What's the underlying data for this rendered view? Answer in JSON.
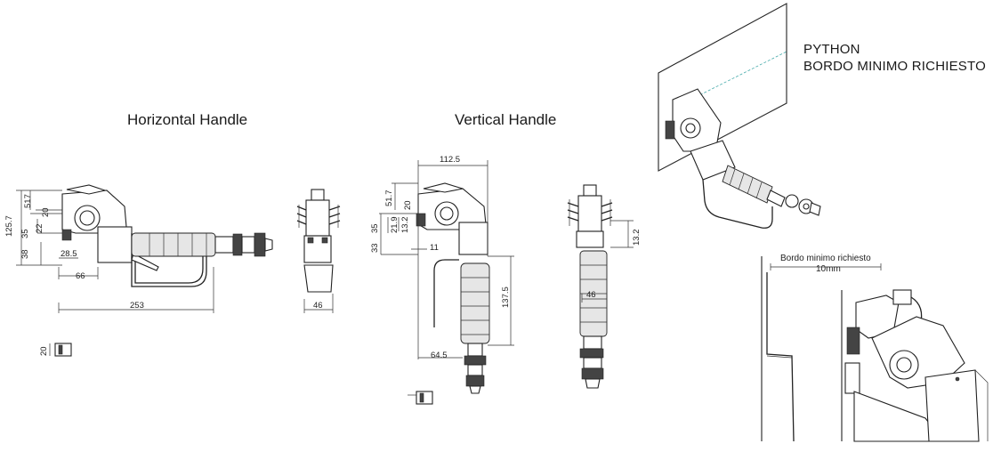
{
  "titles": {
    "horizontal": "Horizontal Handle",
    "vertical": "Vertical Handle",
    "brand_line1": "PYTHON",
    "brand_line2": "BORDO MINIMO RICHIESTO"
  },
  "detail_note": {
    "label": "Bordo minimo richiesto",
    "value": "10mm"
  },
  "horizontal_dims": {
    "d517": "517",
    "d1257": "125.7",
    "d20": "20",
    "d22": "22",
    "d35": "35",
    "d38": "38",
    "d285": "28.5",
    "d66": "66",
    "d253": "253",
    "d46": "46",
    "d20_small": "20"
  },
  "vertical_dims": {
    "d1125": "112.5",
    "d517": "51.7",
    "d20": "20",
    "d35": "35",
    "d219": "21.9",
    "d132a": "13.2",
    "d33": "33",
    "d11": "11",
    "d1375": "137.5",
    "d645": "64.5",
    "d46": "46",
    "d132b": "13.2"
  }
}
